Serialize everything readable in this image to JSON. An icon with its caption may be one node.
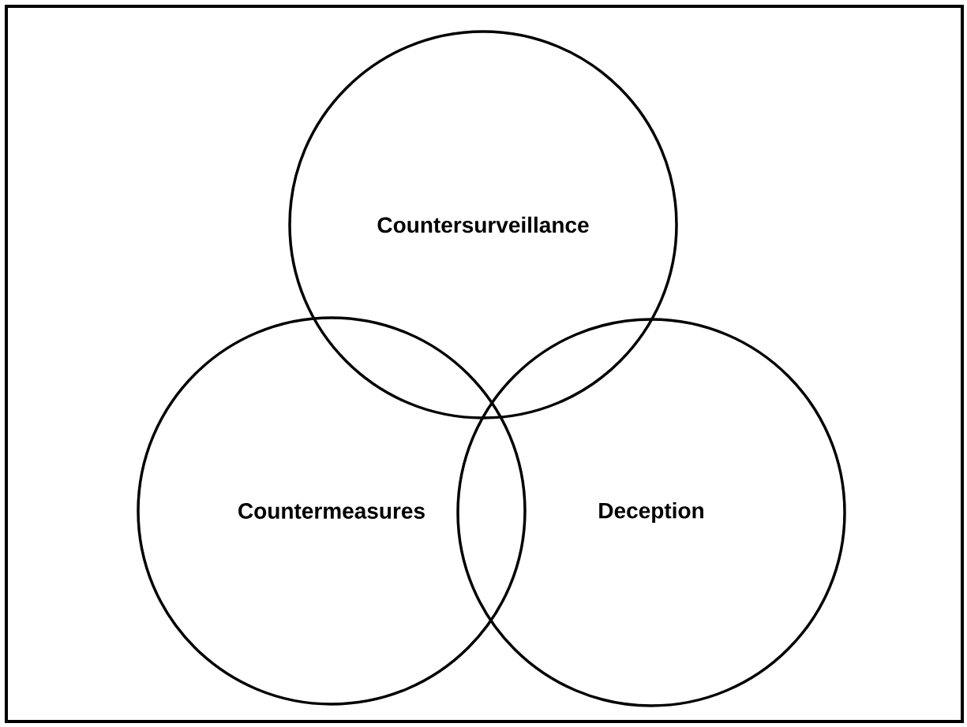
{
  "diagram": {
    "nodes": [
      {
        "text": [
          "Countersurveillance"
        ]
      },
      {
        "text": [
          "Countermeasures"
        ]
      },
      {
        "text": [
          "Deception"
        ]
      }
    ]
  }
}
